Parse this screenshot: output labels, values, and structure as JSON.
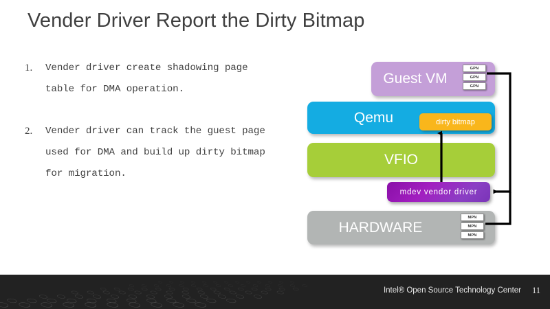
{
  "slide": {
    "title": "Vender Driver Report the Dirty Bitmap"
  },
  "bullets": [
    {
      "number": "1.",
      "lines": [
        "Vender driver create shadowing page",
        "table for DMA operation."
      ]
    },
    {
      "number": "2.",
      "lines": [
        "Vender driver can track the guest page",
        "used for DMA and build up dirty bitmap",
        "for migration."
      ]
    }
  ],
  "diagram": {
    "layers": [
      {
        "id": "guest-vm",
        "label": "Guest VM",
        "color": "#c49fd8"
      },
      {
        "id": "qemu",
        "label": "Qemu",
        "color": "#14ace2"
      },
      {
        "id": "vfio",
        "label": "VFIO",
        "color": "#a6ce39"
      },
      {
        "id": "hardware",
        "label": "HARDWARE",
        "color": "#b2b5b4"
      }
    ],
    "dirty_bitmap": {
      "label": "dirty bitmap",
      "color": "#f9b61b"
    },
    "mdev_driver": {
      "label": "mdev vendor driver",
      "color": "#8a0fa8"
    },
    "gpn_chips": [
      {
        "label": "GPN"
      },
      {
        "label": "GPN"
      },
      {
        "label": "GPN"
      }
    ],
    "mpn_chips": [
      {
        "label": "MPN"
      },
      {
        "label": "MPN"
      },
      {
        "label": "MPN"
      }
    ],
    "connector_color": "#000000"
  },
  "footer": {
    "text": "Intel® Open Source Technology Center",
    "page_number": "11",
    "band_color": "#222222"
  }
}
